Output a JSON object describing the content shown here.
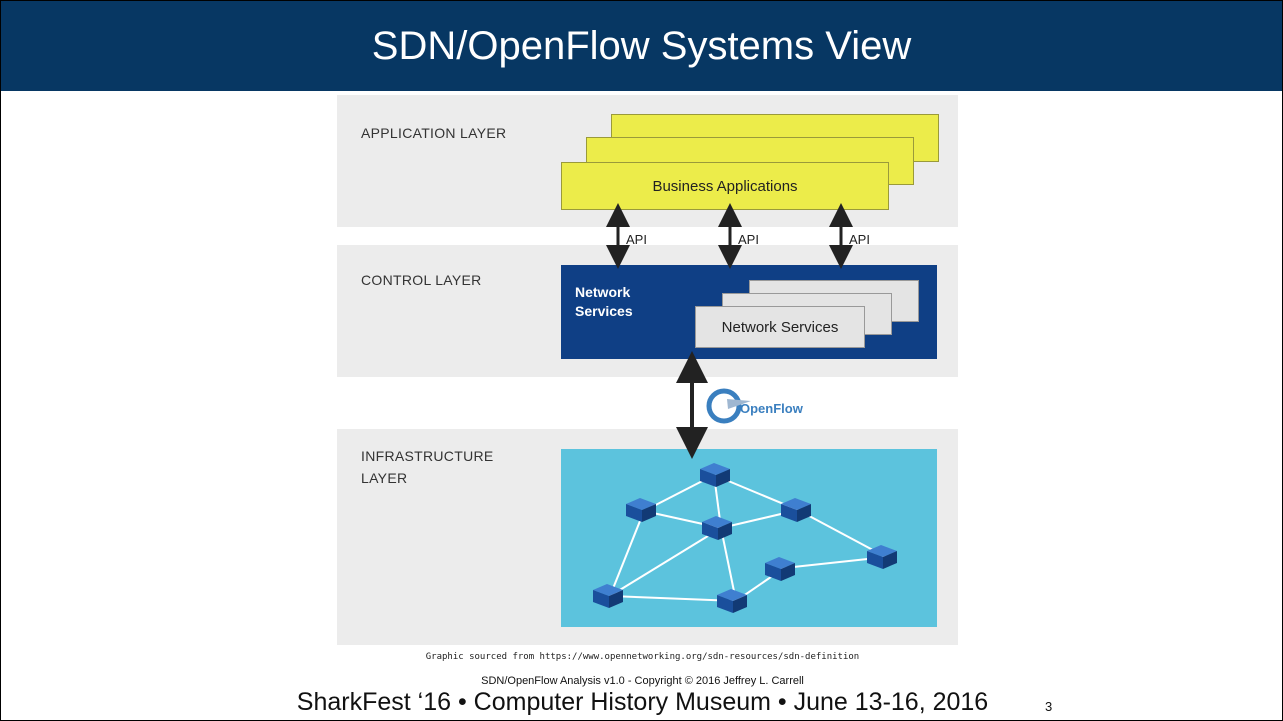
{
  "slide": {
    "title": "SDN/OpenFlow Systems View",
    "page_number": "3",
    "footer": "SharkFest ‘16 • Computer History Museum • June 13-16, 2016",
    "copyright": "SDN/OpenFlow Analysis v1.0 - Copyright © 2016 Jeffrey L. Carrell",
    "source_note": "Graphic sourced from https://www.opennetworking.org/sdn-resources/sdn-definition"
  },
  "diagram": {
    "application_layer": {
      "label": "APPLICATION LAYER",
      "app_label": "Business Applications"
    },
    "api_labels": [
      "API",
      "API",
      "API"
    ],
    "control_layer": {
      "label": "CONTROL LAYER",
      "box_title": "Network\nServices",
      "service_label": "Network Services"
    },
    "openflow_label": "OpenFlow",
    "infrastructure_layer": {
      "label": "INFRASTRUCTURE\nLAYER"
    },
    "colors": {
      "title_bar": "#073763",
      "app_card": "#ecec4a",
      "control_box": "#0f3f85",
      "infra_box": "#5cc3dd",
      "switch": "#1a4f9c",
      "band": "#ececec"
    }
  }
}
